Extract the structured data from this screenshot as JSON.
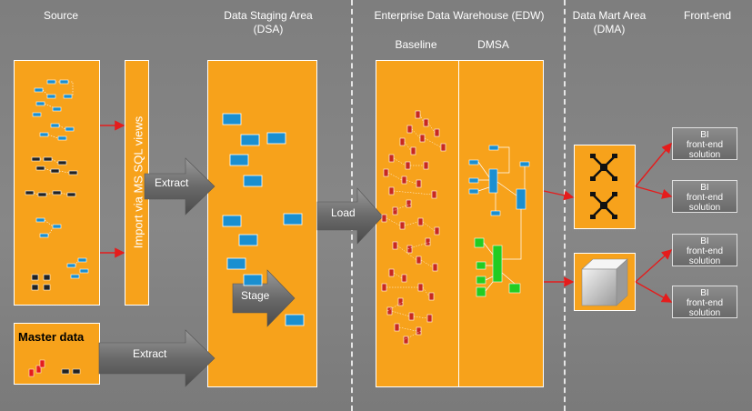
{
  "headers": {
    "source": "Source",
    "dsa": "Data Staging Area\n(DSA)",
    "edw": "Enterprise Data Warehouse (EDW)",
    "dma": "Data Mart Area\n(DMA)",
    "frontend": "Front-end"
  },
  "edw_sub": {
    "baseline": "Baseline",
    "dmsa": "DMSA"
  },
  "import_label": "Import via MS SQL views",
  "master_data_label": "Master data",
  "arrows": {
    "extract_top": "Extract",
    "extract_bottom": "Extract",
    "load": "Load",
    "stage": "Stage"
  },
  "bi_boxes": [
    {
      "line1": "BI",
      "line2": "front-end",
      "line3": "solution"
    },
    {
      "line1": "BI",
      "line2": "front-end",
      "line3": "solution"
    },
    {
      "line1": "BI",
      "line2": "front-end",
      "line3": "solution"
    },
    {
      "line1": "BI",
      "line2": "front-end",
      "line3": "solution"
    }
  ],
  "colors": {
    "orange": "#f7a21b",
    "blue": "#1a8fd0",
    "red": "#e51c1c",
    "green": "#22cc22",
    "dark": "#222222"
  }
}
